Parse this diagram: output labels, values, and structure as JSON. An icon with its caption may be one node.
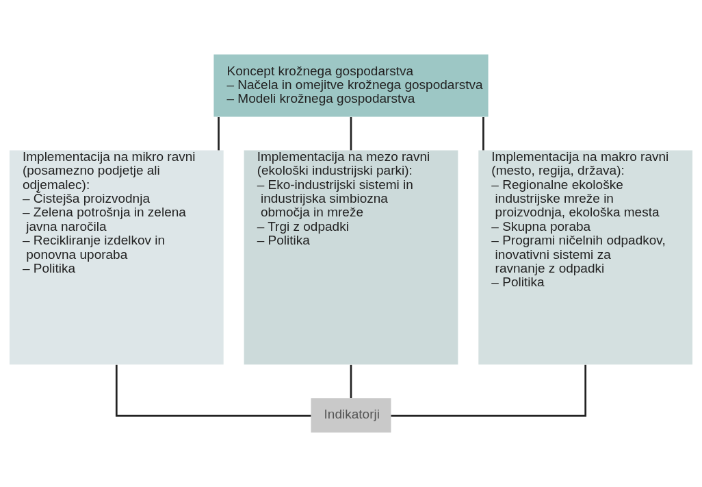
{
  "diagram": {
    "nodes": [
      {
        "text": [
          "Koncept krožnega gospodarstva",
          "– Načela in omejitve krožnega gospodarstva",
          "– Modeli krožnega gospodarstva"
        ]
      },
      {
        "text": [
          "Implementacija na mikro ravni (posamezno podjetje ali odjemalec):",
          "– Čistejša proizvodnja",
          "– Zelena potrošnja in zelena javna naročila",
          "– Recikliranje izdelkov in ponovna uporaba",
          "– Politika"
        ]
      },
      {
        "text": [
          "Implementacija na mezo ravni (ekološki industrijski parki):",
          "– Eko-industrijski sistemi in industrijska simbiozna območja in mreže",
          "– Trgi z odpadki",
          "– Politika"
        ]
      },
      {
        "text": [
          "Implementacija na makro ravni (mesto, regija, država):",
          "– Regionalne ekološke industrijske mreže in proizvodnja, ekološka mesta",
          "– Skupna poraba",
          "– Programi ničelnih odpadkov, inovativni sistemi za ravnanje z odpadki",
          "– Politika"
        ]
      },
      {
        "text": [
          "Indikatorji"
        ]
      }
    ],
    "edges": [
      {
        "from": 0,
        "to": 1,
        "arrow": "none"
      },
      {
        "from": 0,
        "to": 2,
        "arrow": "none"
      },
      {
        "from": 0,
        "to": 3,
        "arrow": "none"
      },
      {
        "from": 1,
        "to": 4,
        "arrow": "none"
      },
      {
        "from": 2,
        "to": 4,
        "arrow": "none"
      },
      {
        "from": 3,
        "to": 4,
        "arrow": "none"
      }
    ]
  }
}
